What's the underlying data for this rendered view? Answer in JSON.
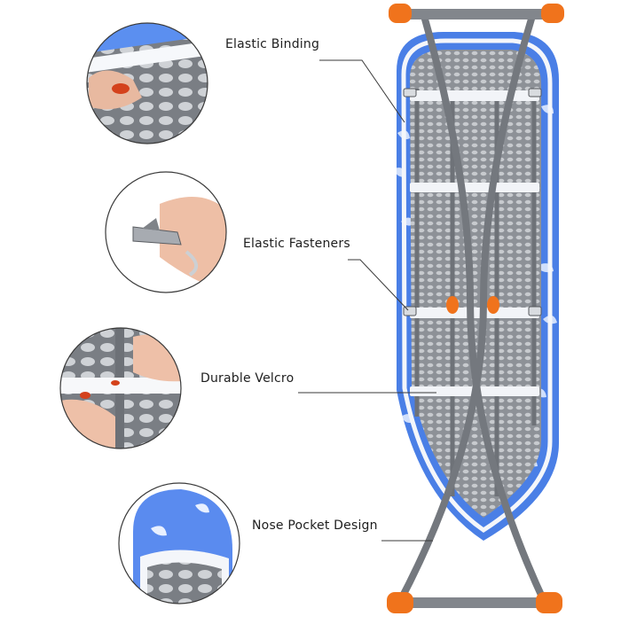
{
  "labels": {
    "elastic_binding": "Elastic Binding",
    "elastic_fasteners": "Elastic Fasteners",
    "durable_velcro": "Durable Velcro",
    "nose_pocket_design": "Nose Pocket Design"
  },
  "colors": {
    "cover_blue": "#4a7fe6",
    "frame_gray": "#7d8088",
    "mesh_gray": "#9ea2a8",
    "accent_orange": "#f0731c",
    "callout_line": "#3a3a3a"
  }
}
